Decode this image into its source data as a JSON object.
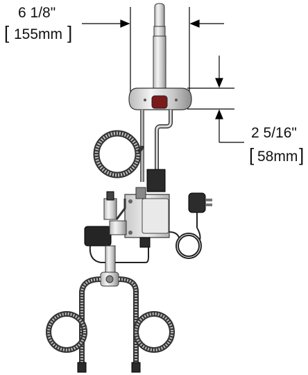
{
  "dimensions": {
    "width": {
      "imperial": "6 1/8\"",
      "metric": "155mm"
    },
    "height": {
      "imperial": "2 5/16\"",
      "metric": "58mm"
    }
  }
}
